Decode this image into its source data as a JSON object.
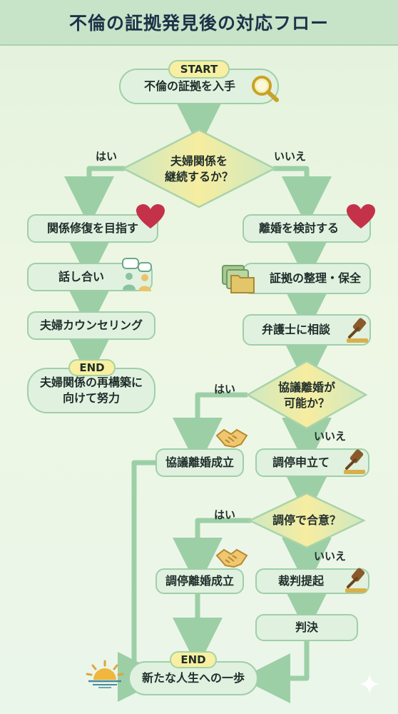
{
  "title": "不倫の証拠発見後の対応フロー",
  "start": {
    "badge": "START",
    "label": "不倫の証拠を入手"
  },
  "q1": {
    "text": "夫婦関係を\n継続するか？",
    "yes": "はい",
    "no": "いいえ"
  },
  "left_branch": {
    "step1": "関係修復を目指す",
    "step2": "話し合い",
    "step3": "夫婦カウンセリング",
    "end_badge": "END",
    "end_label": "夫婦関係の再構築に\n向けて努力"
  },
  "right_branch": {
    "step1": "離婚を検討する",
    "step2": "証拠の整理・保全",
    "step3": "弁護士に相談"
  },
  "q2": {
    "text": "協議離婚が\n可能か？",
    "yes": "はい",
    "no": "いいえ"
  },
  "q2_yes_result": "協議離婚成立",
  "q2_no_step": "調停申立て",
  "q3": {
    "text": "調停で合意？",
    "yes": "はい",
    "no": "いいえ"
  },
  "q3_yes_result": "調停離婚成立",
  "q3_no_step1": "裁判提起",
  "q3_no_step2": "判決",
  "final": {
    "badge": "END",
    "label": "新たな人生への一歩"
  },
  "colors": {
    "arrow": "#9ccfa6",
    "box_fill": "#e0f1df",
    "box_border": "#9fcfa9",
    "badge_fill": "#f8efa2",
    "diamond_fill": "#f3eca0",
    "heart": "#c4324a",
    "title_bg": "#c7e4c9"
  },
  "icons": [
    "magnifier-icon",
    "heart-icon",
    "chat-people-icon",
    "folder-icon",
    "gavel-icon",
    "handshake-icon",
    "sunrise-icon",
    "sparkle-icon"
  ]
}
